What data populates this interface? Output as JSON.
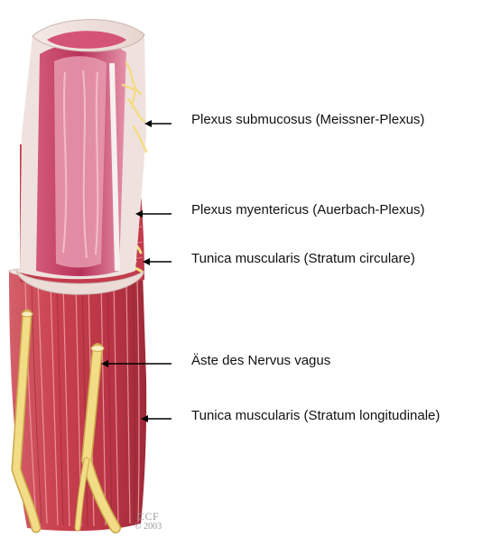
{
  "labels": {
    "plexus_submucosus": "Plexus submucosus (Meissner-Plexus)",
    "plexus_myentericus": "Plexus myentericus (Auerbach-Plexus)",
    "stratum_circulare": "Tunica muscularis (Stratum circulare)",
    "nervus_vagus": "Äste des Nervus vagus",
    "stratum_longitudinale": "Tunica muscularis (Stratum longitudinale)"
  },
  "credit": {
    "org": "CCF",
    "year": "© 2003"
  },
  "colors": {
    "muscle": "#c9414f",
    "muscle_dark": "#a32b3a",
    "mucosa": "#c2405f",
    "lumen": "#e89bb0",
    "nerve": "#f3dc86",
    "submucosa": "#f5dede",
    "arrow": "#000000"
  }
}
